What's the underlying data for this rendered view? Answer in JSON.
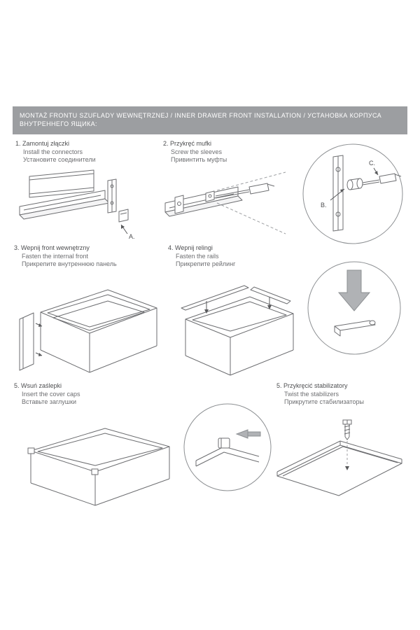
{
  "header": {
    "lines": [
      "MONTAŻ FRONTU SZUFLADY WEWNĘTRZNEJ / INNER DRAWER FRONT INSTALLATION / УСТАНОВКА КОРПУСА",
      "ВНУТРЕННЕГО ЯЩИКА:"
    ]
  },
  "steps": [
    {
      "number": "1.",
      "pl": "Zamontuj złączki",
      "en": "Install the connectors",
      "ru": "Установите соединители"
    },
    {
      "number": "2.",
      "pl": "Przykręć mufki",
      "en": "Screw the sleeves",
      "ru": "Привинтить муфты"
    },
    {
      "number": "3.",
      "pl": "Wepnij front wewnętrzny",
      "en": "Fasten the internal front",
      "ru": "Прикрепите внутреннюю панель"
    },
    {
      "number": "4.",
      "pl": "Wepnij relingi",
      "en": "Fasten the rails",
      "ru": "Прикрепите рейлинг"
    },
    {
      "number": "5.",
      "pl": "Wsuń zaślepki",
      "en": "Insert the cover caps",
      "ru": "Вставьте заглушки"
    },
    {
      "number": "5.",
      "pl": "Przykręcić stabilizatory",
      "en": "Twist the stabilizers",
      "ru": "Прикрутите стабилизаторы"
    }
  ],
  "callouts": {
    "a": "A.",
    "b": "B.",
    "c": "C."
  },
  "colors": {
    "header_bg": "#9c9ea1",
    "line": "#6d6e71",
    "text": "#4d4e50"
  }
}
